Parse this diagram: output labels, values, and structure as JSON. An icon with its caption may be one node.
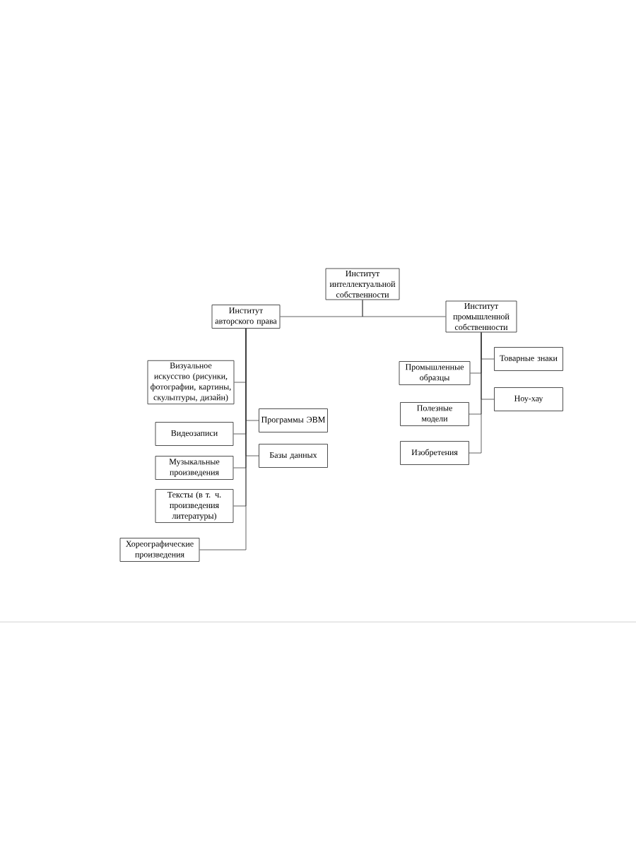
{
  "diagram": {
    "nodes": [
      {
        "text": [
          "Институт интеллектуальной собственности"
        ]
      },
      {
        "text": [
          "Институт авторского права"
        ]
      },
      {
        "text": [
          "Институт промышленной собственности"
        ]
      },
      {
        "text": [
          "Визуальное искусство (рисунки, фотографии, картины, скульптуры, дизайн)"
        ]
      },
      {
        "text": [
          "Видеозаписи"
        ]
      },
      {
        "text": [
          "Музыкальные произведения"
        ]
      },
      {
        "text": [
          "Тексты (в т. ч. произведения литературы)"
        ]
      },
      {
        "text": [
          "Хореографические произведения"
        ]
      },
      {
        "text": [
          "Программы ЭВМ"
        ]
      },
      {
        "text": [
          "Базы данных"
        ]
      },
      {
        "text": [
          "Товарные знаки"
        ]
      },
      {
        "text": [
          "Промышленные образцы"
        ]
      },
      {
        "text": [
          "Ноу-хау"
        ]
      },
      {
        "text": [
          "Полезные модели"
        ]
      },
      {
        "text": [
          "Изобретения"
        ]
      }
    ],
    "edges": [
      {
        "from": 0,
        "to": 1,
        "arrow": "none"
      },
      {
        "from": 0,
        "to": 2,
        "arrow": "none"
      },
      {
        "from": 1,
        "to": 3,
        "arrow": "none"
      },
      {
        "from": 1,
        "to": 8,
        "arrow": "none"
      },
      {
        "from": 1,
        "to": 4,
        "arrow": "none"
      },
      {
        "from": 1,
        "to": 9,
        "arrow": "none"
      },
      {
        "from": 1,
        "to": 5,
        "arrow": "none"
      },
      {
        "from": 1,
        "to": 6,
        "arrow": "none"
      },
      {
        "from": 1,
        "to": 7,
        "arrow": "none"
      },
      {
        "from": 2,
        "to": 10,
        "arrow": "none"
      },
      {
        "from": 2,
        "to": 11,
        "arrow": "none"
      },
      {
        "from": 2,
        "to": 12,
        "arrow": "none"
      },
      {
        "from": 2,
        "to": 13,
        "arrow": "none"
      },
      {
        "from": 2,
        "to": 14,
        "arrow": "none"
      }
    ]
  }
}
